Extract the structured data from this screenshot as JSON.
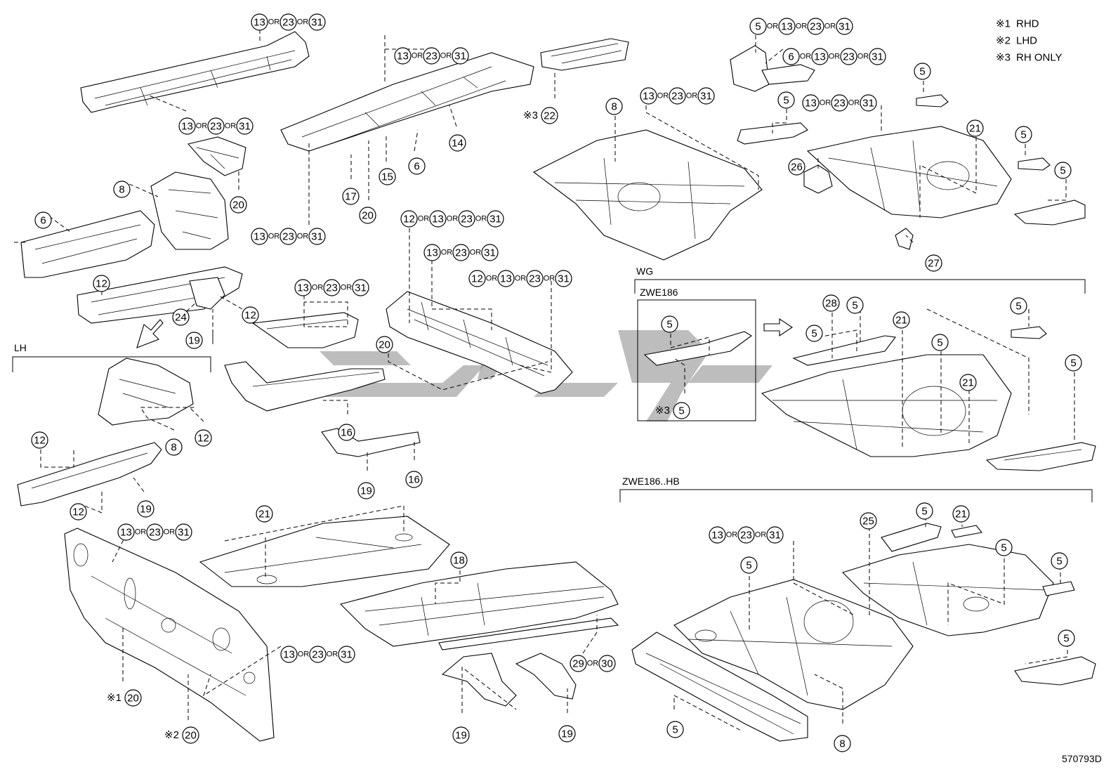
{
  "legend": [
    {
      "mark": "※1",
      "text": "RHD"
    },
    {
      "mark": "※2",
      "text": "LHD"
    },
    {
      "mark": "※3",
      "text": "RH ONLY"
    }
  ],
  "section_labels": {
    "lh": "LH",
    "wg": "WG",
    "zwe186": "ZWE186",
    "zwe186_hb": "ZWE186..HB"
  },
  "figure_id": "570793D",
  "or_text": "OR",
  "callouts": [
    {
      "id": "c01",
      "prefix": "",
      "numbers": [
        "13",
        "23",
        "31"
      ]
    },
    {
      "id": "c02",
      "prefix": "",
      "numbers": [
        "13",
        "23",
        "31"
      ]
    },
    {
      "id": "c03",
      "prefix": "",
      "numbers": [
        "13",
        "23",
        "31"
      ]
    },
    {
      "id": "c04",
      "prefix": "※3",
      "numbers": [
        "22"
      ]
    },
    {
      "id": "c05",
      "prefix": "",
      "numbers": [
        "14"
      ]
    },
    {
      "id": "c06",
      "prefix": "",
      "numbers": [
        "6"
      ]
    },
    {
      "id": "c07",
      "prefix": "",
      "numbers": [
        "15"
      ]
    },
    {
      "id": "c08",
      "prefix": "",
      "numbers": [
        "17"
      ]
    },
    {
      "id": "c09",
      "prefix": "",
      "numbers": [
        "20"
      ]
    },
    {
      "id": "c10",
      "prefix": "",
      "numbers": [
        "20"
      ]
    },
    {
      "id": "c11",
      "prefix": "",
      "numbers": [
        "13",
        "23",
        "31"
      ]
    },
    {
      "id": "c12",
      "prefix": "",
      "numbers": [
        "8"
      ]
    },
    {
      "id": "c13",
      "prefix": "",
      "numbers": [
        "6"
      ]
    },
    {
      "id": "c14",
      "prefix": "",
      "numbers": [
        "12"
      ]
    },
    {
      "id": "c15",
      "prefix": "",
      "numbers": [
        "12"
      ]
    },
    {
      "id": "c16",
      "prefix": "",
      "numbers": [
        "24"
      ]
    },
    {
      "id": "c17",
      "prefix": "",
      "numbers": [
        "19"
      ]
    },
    {
      "id": "c18",
      "prefix": "",
      "numbers": [
        "13",
        "23",
        "31"
      ]
    },
    {
      "id": "c19",
      "prefix": "",
      "numbers": [
        "12",
        "13",
        "23",
        "31"
      ]
    },
    {
      "id": "c20",
      "prefix": "",
      "numbers": [
        "13",
        "23",
        "31"
      ]
    },
    {
      "id": "c21",
      "prefix": "",
      "numbers": [
        "12",
        "13",
        "23",
        "31"
      ]
    },
    {
      "id": "c22",
      "prefix": "",
      "numbers": [
        "20"
      ]
    },
    {
      "id": "c23",
      "prefix": "",
      "numbers": [
        "16"
      ]
    },
    {
      "id": "c24",
      "prefix": "",
      "numbers": [
        "19"
      ]
    },
    {
      "id": "c25",
      "prefix": "",
      "numbers": [
        "16"
      ]
    },
    {
      "id": "c26",
      "prefix": "",
      "numbers": [
        "8"
      ]
    },
    {
      "id": "c27",
      "prefix": "",
      "numbers": [
        "12"
      ]
    },
    {
      "id": "c28",
      "prefix": "",
      "numbers": [
        "12"
      ]
    },
    {
      "id": "c29",
      "prefix": "",
      "numbers": [
        "12"
      ]
    },
    {
      "id": "c30",
      "prefix": "",
      "numbers": [
        "19"
      ]
    },
    {
      "id": "c31",
      "prefix": "",
      "numbers": [
        "13",
        "23",
        "31"
      ]
    },
    {
      "id": "c32",
      "prefix": "",
      "numbers": [
        "13",
        "23",
        "31"
      ]
    },
    {
      "id": "c33",
      "prefix": "※1",
      "numbers": [
        "20"
      ]
    },
    {
      "id": "c34",
      "prefix": "※2",
      "numbers": [
        "20"
      ]
    },
    {
      "id": "c35",
      "prefix": "",
      "numbers": [
        "21"
      ]
    },
    {
      "id": "c36",
      "prefix": "",
      "numbers": [
        "18"
      ]
    },
    {
      "id": "c37",
      "prefix": "",
      "numbers": [
        "29",
        "30"
      ]
    },
    {
      "id": "c38",
      "prefix": "",
      "numbers": [
        "19"
      ]
    },
    {
      "id": "c39",
      "prefix": "",
      "numbers": [
        "19"
      ]
    },
    {
      "id": "c40",
      "prefix": "",
      "numbers": [
        "5",
        "13",
        "23",
        "31"
      ]
    },
    {
      "id": "c41",
      "prefix": "",
      "numbers": [
        "6",
        "13",
        "23",
        "31"
      ]
    },
    {
      "id": "c42",
      "prefix": "",
      "numbers": [
        "13",
        "23",
        "31"
      ]
    },
    {
      "id": "c43",
      "prefix": "",
      "numbers": [
        "8"
      ]
    },
    {
      "id": "c44",
      "prefix": "",
      "numbers": [
        "5"
      ]
    },
    {
      "id": "c45",
      "prefix": "",
      "numbers": [
        "13",
        "23",
        "31"
      ]
    },
    {
      "id": "c46",
      "prefix": "",
      "numbers": [
        "26"
      ]
    },
    {
      "id": "c47",
      "prefix": "",
      "numbers": [
        "5"
      ]
    },
    {
      "id": "c48",
      "prefix": "",
      "numbers": [
        "21"
      ]
    },
    {
      "id": "c49",
      "prefix": "",
      "numbers": [
        "5"
      ]
    },
    {
      "id": "c50",
      "prefix": "",
      "numbers": [
        "5"
      ]
    },
    {
      "id": "c51",
      "prefix": "",
      "numbers": [
        "27"
      ]
    },
    {
      "id": "c52",
      "prefix": "",
      "numbers": [
        "5"
      ]
    },
    {
      "id": "c53",
      "prefix": "※3",
      "numbers": [
        "5"
      ]
    },
    {
      "id": "c54",
      "prefix": "",
      "numbers": [
        "5"
      ]
    },
    {
      "id": "c55",
      "prefix": "",
      "numbers": [
        "28"
      ]
    },
    {
      "id": "c56",
      "prefix": "",
      "numbers": [
        "5"
      ]
    },
    {
      "id": "c57",
      "prefix": "",
      "numbers": [
        "21"
      ]
    },
    {
      "id": "c58",
      "prefix": "",
      "numbers": [
        "5"
      ]
    },
    {
      "id": "c59",
      "prefix": "",
      "numbers": [
        "21"
      ]
    },
    {
      "id": "c60",
      "prefix": "",
      "numbers": [
        "5"
      ]
    },
    {
      "id": "c61",
      "prefix": "",
      "numbers": [
        "5"
      ]
    },
    {
      "id": "c62",
      "prefix": "",
      "numbers": [
        "13",
        "23",
        "31"
      ]
    },
    {
      "id": "c63",
      "prefix": "",
      "numbers": [
        "25"
      ]
    },
    {
      "id": "c64",
      "prefix": "",
      "numbers": [
        "5"
      ]
    },
    {
      "id": "c65",
      "prefix": "",
      "numbers": [
        "5"
      ]
    },
    {
      "id": "c66",
      "prefix": "",
      "numbers": [
        "21"
      ]
    },
    {
      "id": "c67",
      "prefix": "",
      "numbers": [
        "5"
      ]
    },
    {
      "id": "c68",
      "prefix": "",
      "numbers": [
        "5"
      ]
    },
    {
      "id": "c69",
      "prefix": "",
      "numbers": [
        "5"
      ]
    },
    {
      "id": "c70",
      "prefix": "",
      "numbers": [
        "5"
      ]
    },
    {
      "id": "c71",
      "prefix": "",
      "numbers": [
        "8"
      ]
    }
  ]
}
